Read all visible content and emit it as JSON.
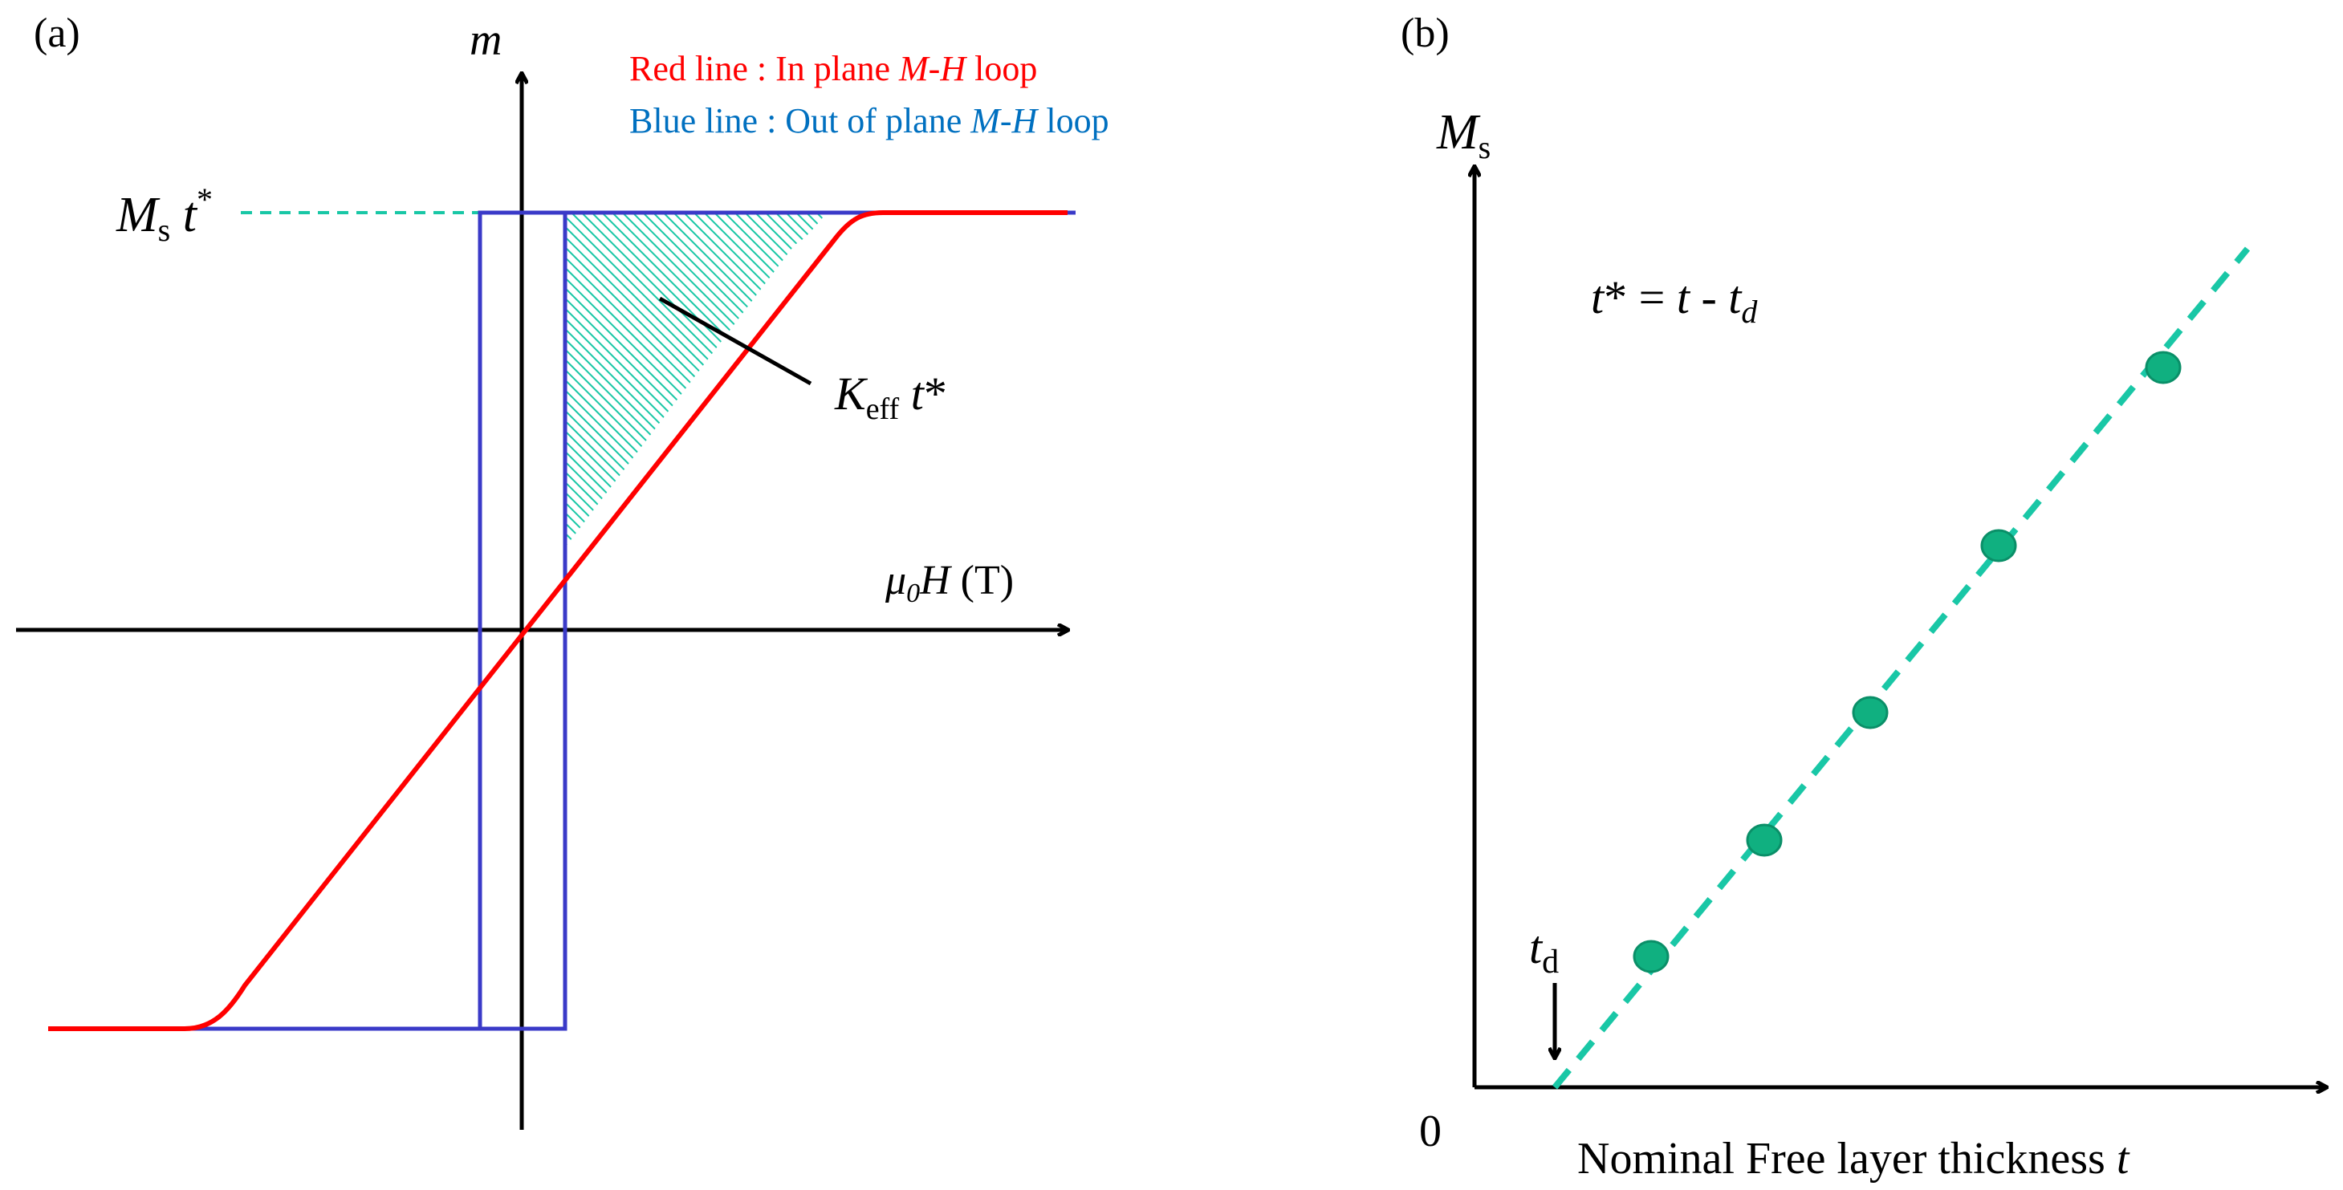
{
  "panel_a": {
    "label": "(a)",
    "y_axis": {
      "symbol": "m"
    },
    "x_axis": {
      "mu": "μ",
      "sub": "0",
      "h": "H",
      "unit": " (T)"
    },
    "saturation": {
      "m": "M",
      "m_sub": "s",
      "t": " t",
      "t_sup": "*"
    },
    "legend": {
      "red": {
        "prefix": "Red line : In plane ",
        "mh": "M-H",
        "suffix": " loop",
        "color": "#ff0000"
      },
      "blue": {
        "prefix": "Blue line : Out of plane ",
        "mh": "M-H",
        "suffix": " loop",
        "color": "#0070c0"
      }
    },
    "area_label": {
      "k": "K",
      "k_sub": "eff",
      "t": " t",
      "t_sup": "*"
    },
    "colors": {
      "in_plane": "#ff0000",
      "out_of_plane": "#3a3ac8",
      "hatch": "#19c7a6"
    }
  },
  "panel_b": {
    "label": "(b)",
    "y_axis": {
      "m": "M",
      "m_sub": "s"
    },
    "x_axis": {
      "text": "Nominal Free layer thickness ",
      "t": "t"
    },
    "origin": "0",
    "td_label": {
      "t": "t",
      "sub": "d"
    },
    "equation": {
      "lhs": "t",
      "star": "*",
      "eq": " = ",
      "t": "t",
      "minus": " - ",
      "td": "t",
      "td_sub": "d"
    },
    "colors": {
      "line": "#19c7a6",
      "points": "#10b080"
    }
  }
}
